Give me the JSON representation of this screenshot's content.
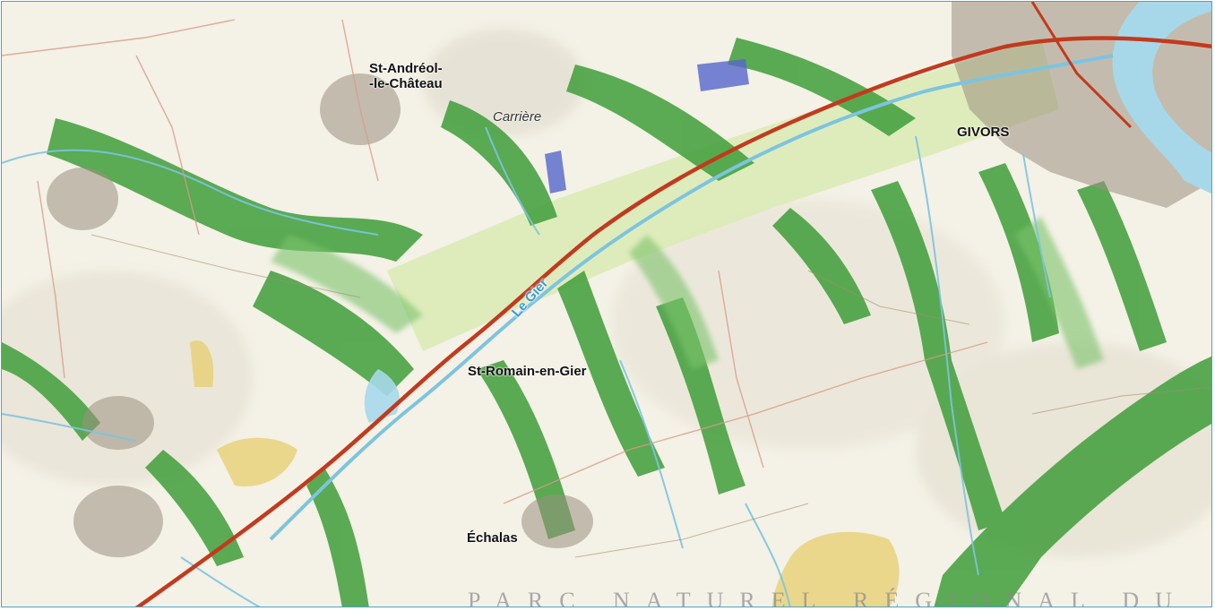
{
  "labels": {
    "st_andreol": "St-Andréol-\n-le-Château",
    "carriere": "Carrière",
    "givors": "GIVORS",
    "le_gier": "Le Gier",
    "st_romain": "St-Romain-en-Gier",
    "echalas": "Échalas",
    "park_fragment": "PARC NATUREL RÉGIONAL DU"
  },
  "colors": {
    "forest": "#3f9e3a",
    "forest_light": "#7cc36a",
    "paper": "#f4f1e6",
    "river": "#7cc4e0",
    "rhone": "#a7d8ea",
    "highway": "#c23a1e",
    "urban": "#9a8f80",
    "quarry": "#5566cc",
    "vineyard": "#e8d27a",
    "frame": "#4aa3c8"
  }
}
